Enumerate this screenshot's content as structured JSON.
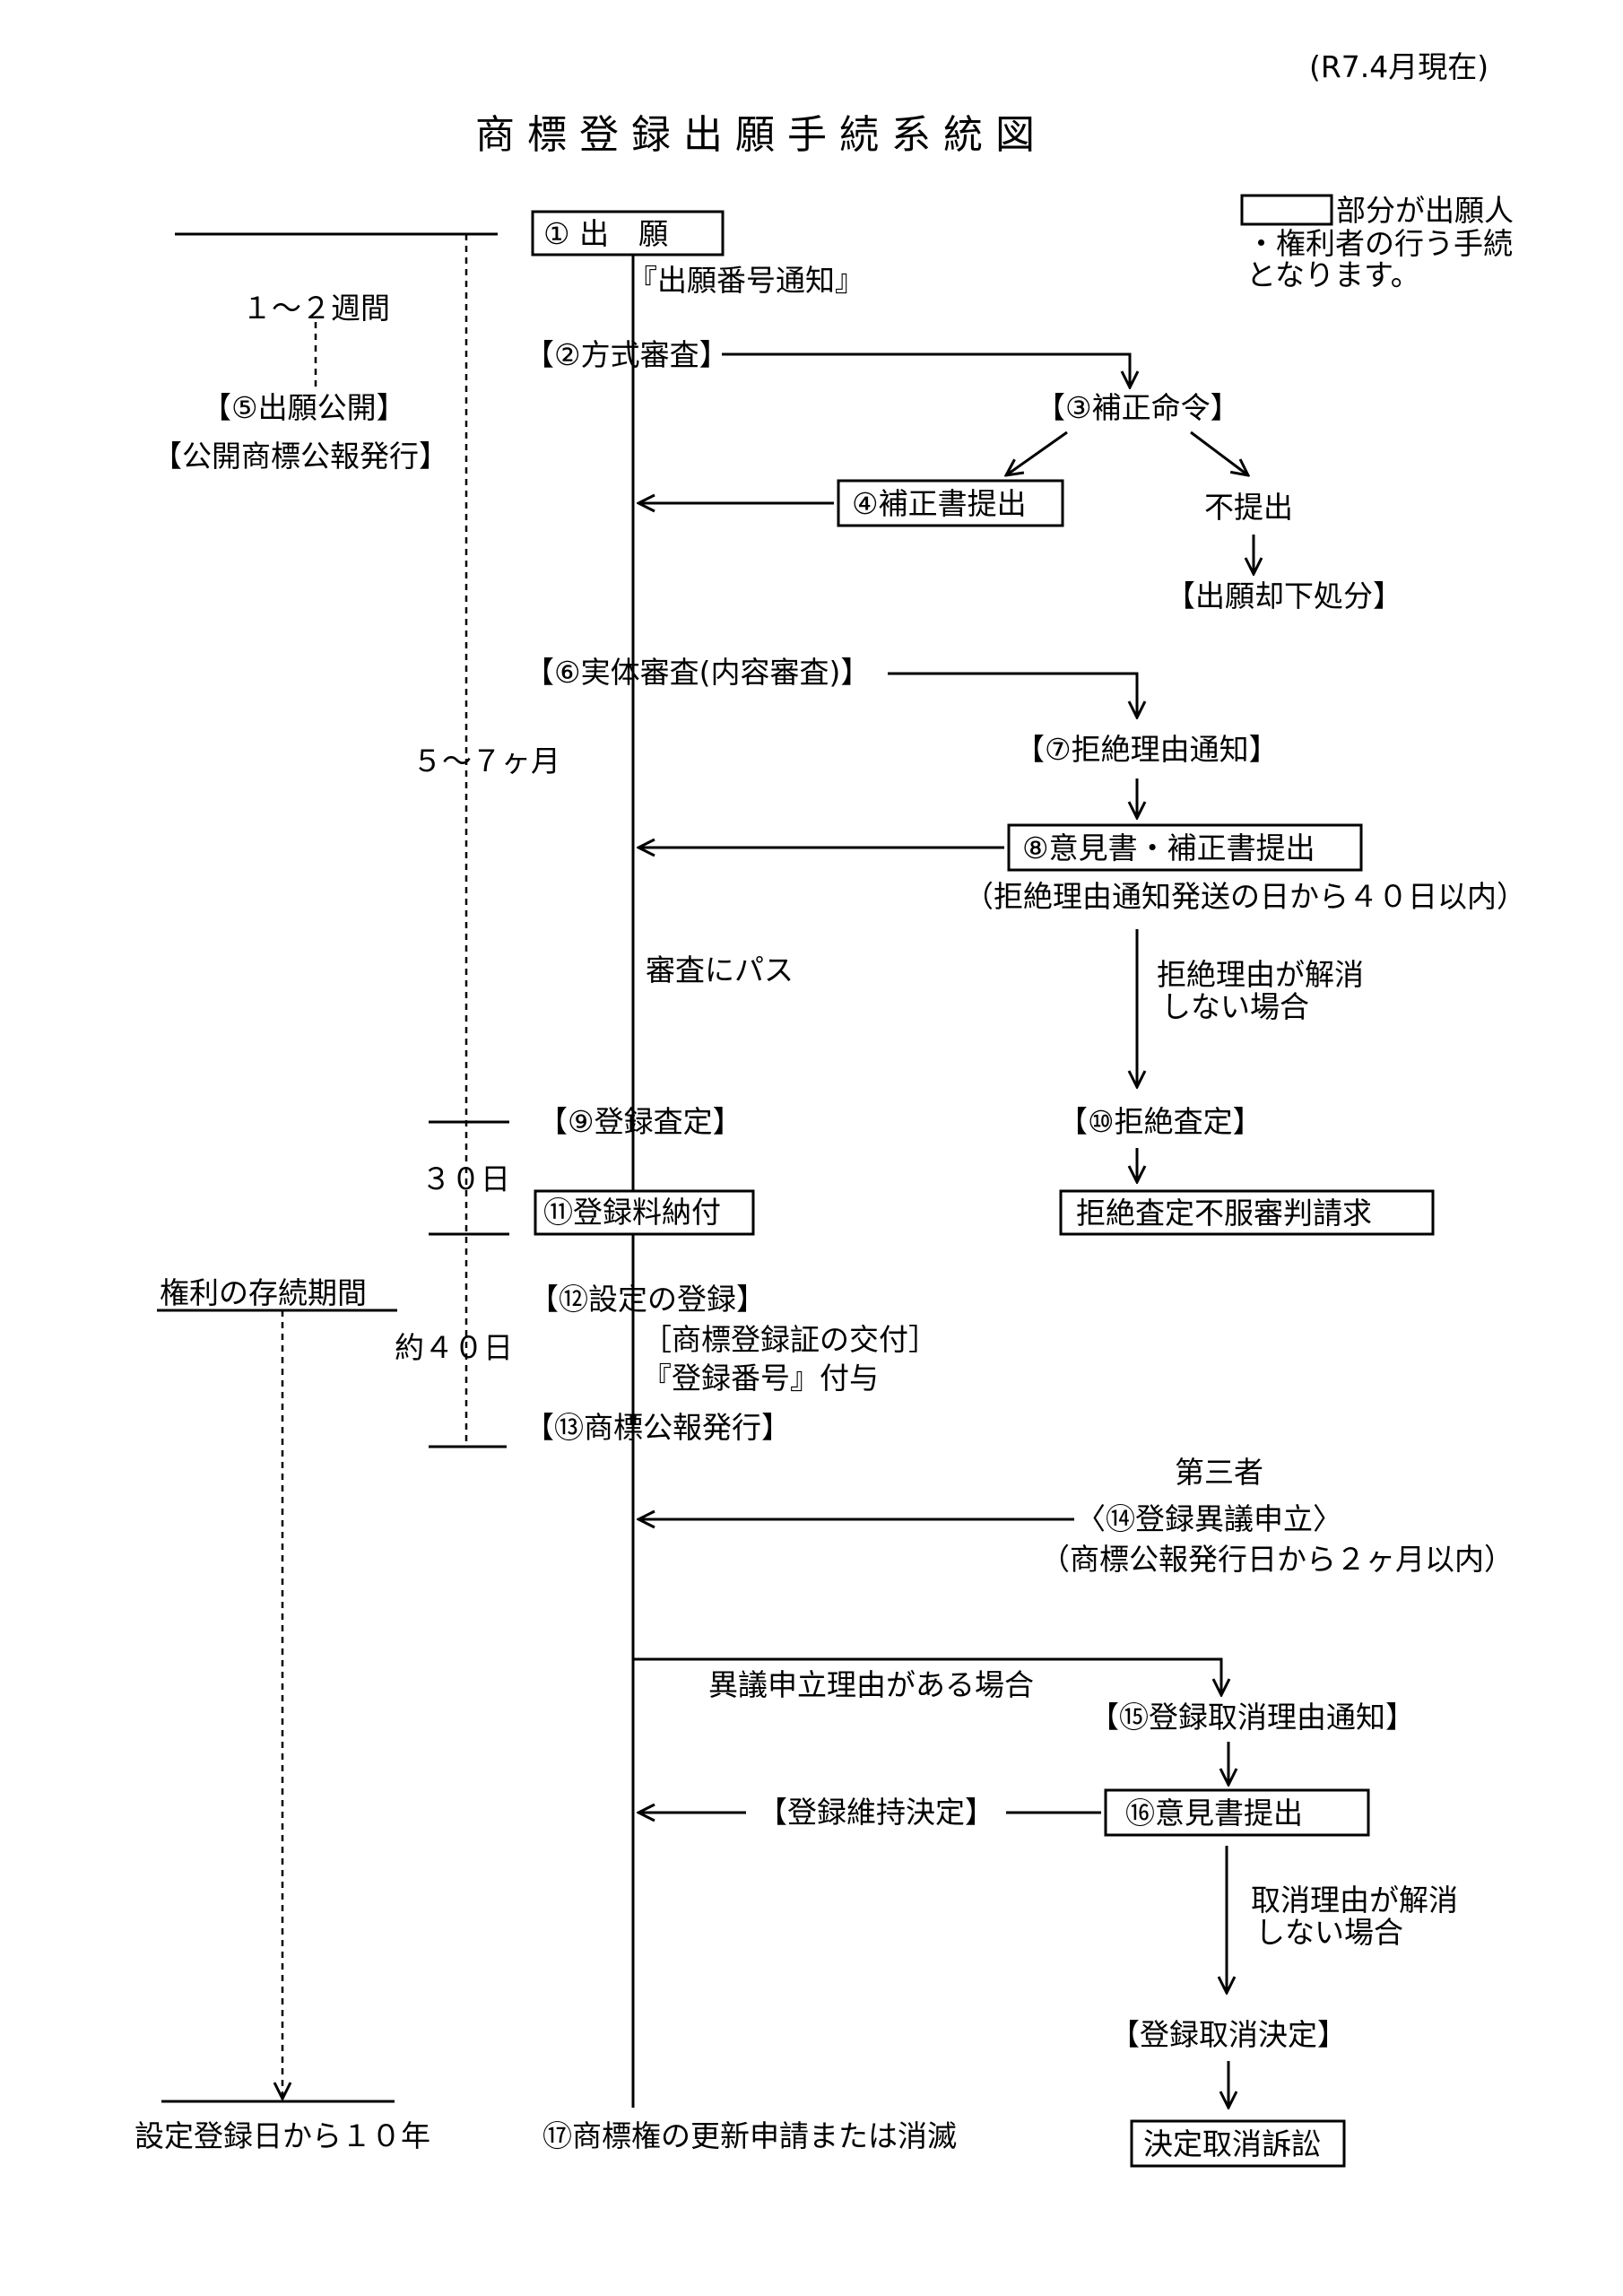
{
  "version": "(R7.4月現在)",
  "title": "商標登録出願手続系統図",
  "legend": {
    "line1": "部分が出願人",
    "line2": "・権利者の行う手続",
    "line3": "となります。"
  },
  "steps": {
    "s1": "① 出　願",
    "s1_note": "『出願番号通知』",
    "s2": "【②方式審査】",
    "s3": "【③補正命令】",
    "s4": "④補正書提出",
    "no_submit": "不提出",
    "reject_app": "【出願却下処分】",
    "s5": "【⑤出願公開】",
    "s5_sub": "【公開商標公報発行】",
    "s6": "【⑥実体審査(内容審査)】",
    "s7": "【⑦拒絶理由通知】",
    "s8": "⑧意見書・補正書提出",
    "s8_note": "（拒絶理由通知発送の日から４０日以内）",
    "pass": "審査にパス",
    "not_resolved_1": "拒絶理由が解消",
    "not_resolved_2": "しない場合",
    "s9": "【⑨登録査定】",
    "s10": "【⑩拒絶査定】",
    "appeal": "拒絶査定不服審判請求",
    "s11": "⑪登録料納付",
    "s12": "【⑫設定の登録】",
    "s12_sub1": "［商標登録証の交付］",
    "s12_sub2": "『登録番号』付与",
    "s13": "【⑬商標公報発行】",
    "third_party": "第三者",
    "s14": "〈⑭登録異議申立〉",
    "s14_note": "（商標公報発行日から２ヶ月以内）",
    "has_reason": "異議申立理由がある場合",
    "s15": "【⑮登録取消理由通知】",
    "maintain": "【登録維持決定】",
    "s16": "⑯意見書提出",
    "cancel_not_resolved_1": "取消理由が解消",
    "cancel_not_resolved_2": "しない場合",
    "cancel_decision": "【登録取消決定】",
    "lawsuit": "決定取消訴訟",
    "s17": "⑰商標権の更新申請または消滅"
  },
  "timeline": {
    "weeks": "１～２週間",
    "months": "５～７ヶ月",
    "days30": "３０日",
    "days40": "約４０日",
    "right_period": "権利の存続期間",
    "ten_years": "設定登録日から１０年"
  }
}
